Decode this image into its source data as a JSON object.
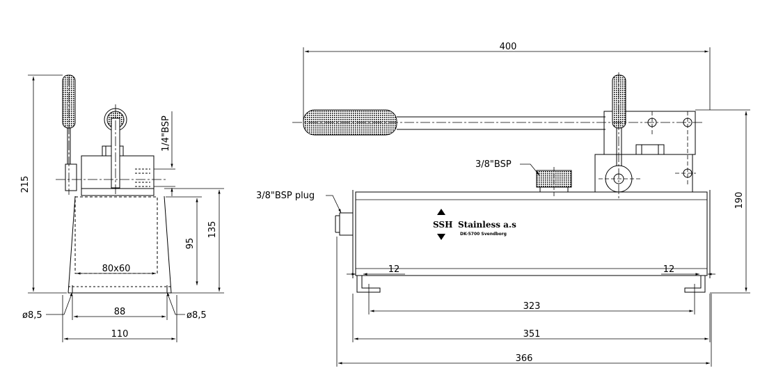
{
  "dimensions": {
    "side_total_height": "215",
    "side_port": "1/4\"BSP",
    "side_height_135": "135",
    "side_height_95": "95",
    "side_opening": "80x60",
    "side_hole_left": "ø8,5",
    "side_hole_right": "ø8,5",
    "side_width_88": "88",
    "side_width_110": "110",
    "front_total_length": "400",
    "front_height_190": "190",
    "front_port": "3/8\"BSP",
    "front_plug": "3/8\"BSP plug",
    "front_foot_left": "12",
    "front_foot_right": "12",
    "front_width_323": "323",
    "front_width_351": "351",
    "front_width_366": "366"
  },
  "label": {
    "logo_text": "SSH",
    "brand": "Stainless a.s",
    "address": "DK-5700 Svendborg"
  },
  "colors": {
    "line": "#000000",
    "background": "#ffffff"
  }
}
